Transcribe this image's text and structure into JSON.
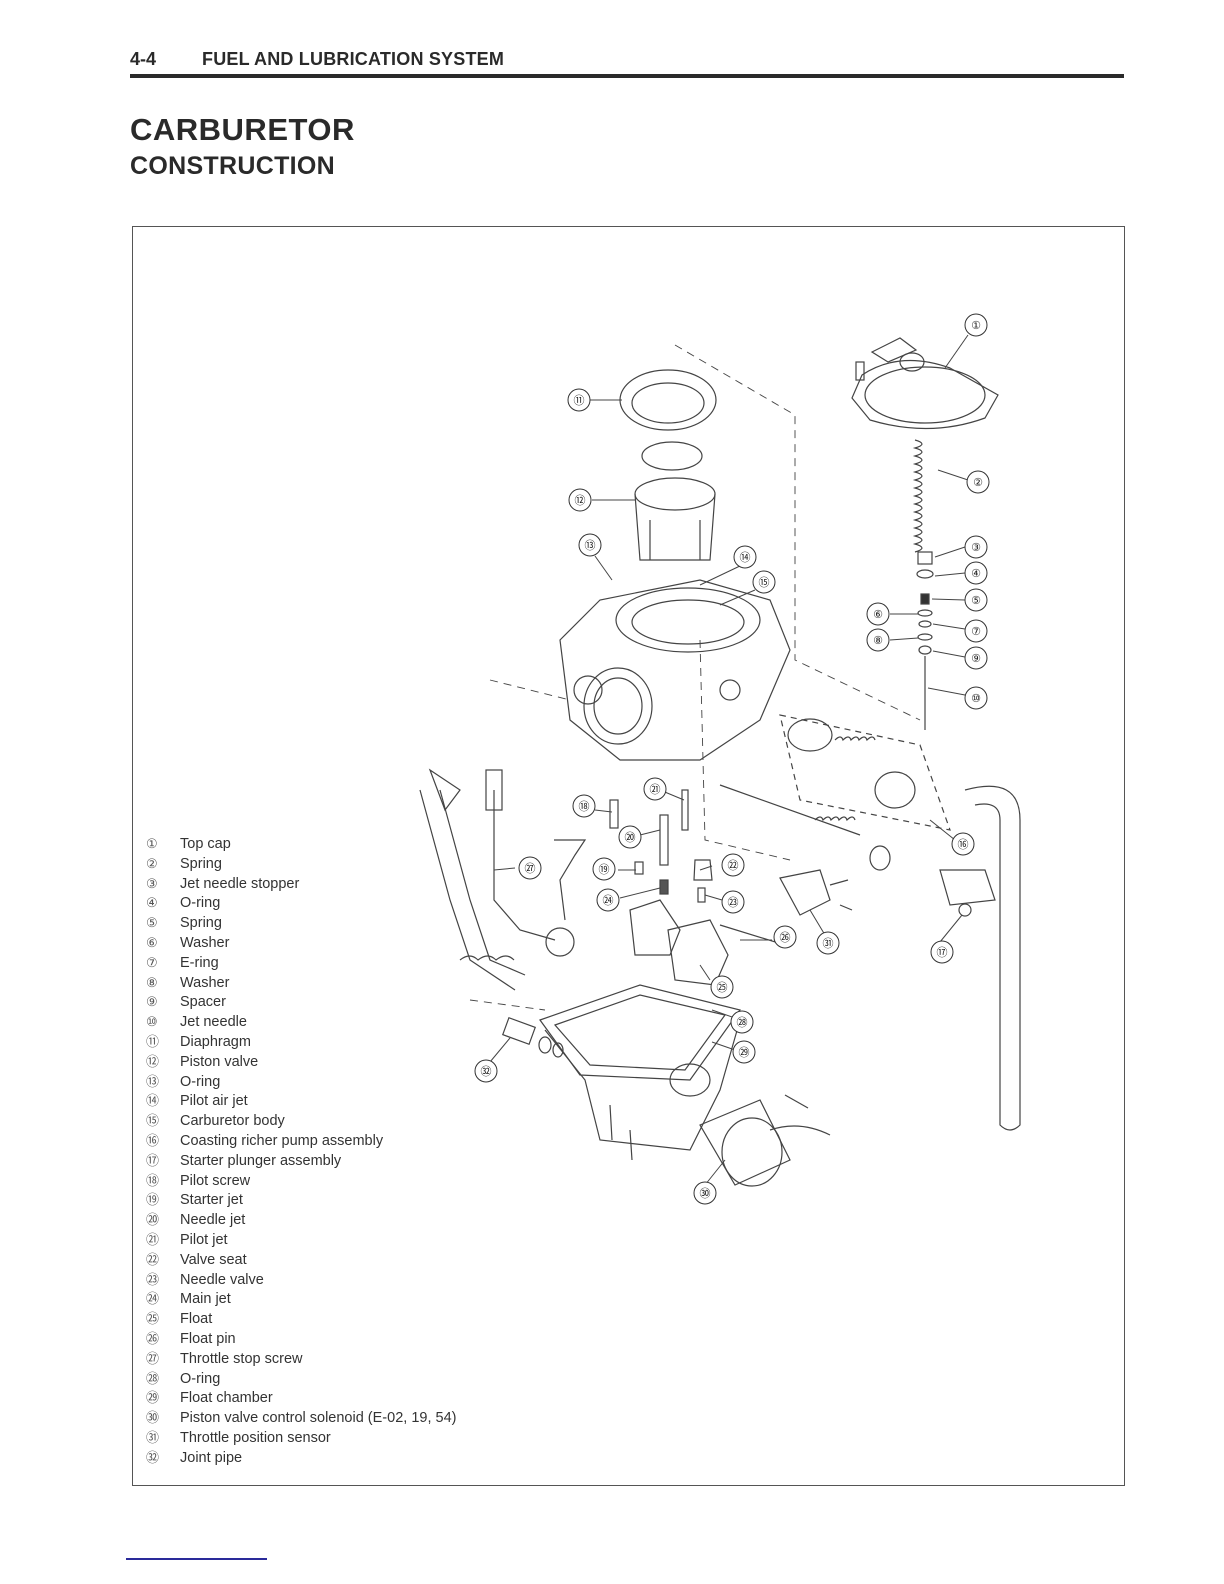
{
  "header": {
    "page_number": "4-4",
    "section": "FUEL AND LUBRICATION SYSTEM"
  },
  "title": "CARBURETOR",
  "subtitle": "CONSTRUCTION",
  "callouts": [
    "①",
    "②",
    "③",
    "④",
    "⑤",
    "⑥",
    "⑦",
    "⑧",
    "⑨",
    "⑩",
    "⑪",
    "⑫",
    "⑬",
    "⑭",
    "⑮",
    "⑯",
    "⑰",
    "⑱",
    "⑲",
    "⑳",
    "㉑",
    "㉒",
    "㉓",
    "㉔",
    "㉕",
    "㉖",
    "㉗",
    "㉘",
    "㉙",
    "㉚",
    "㉛",
    "㉜"
  ],
  "parts": [
    {
      "num": "①",
      "name": "Top cap"
    },
    {
      "num": "②",
      "name": "Spring"
    },
    {
      "num": "③",
      "name": "Jet needle stopper"
    },
    {
      "num": "④",
      "name": "O-ring"
    },
    {
      "num": "⑤",
      "name": "Spring"
    },
    {
      "num": "⑥",
      "name": "Washer"
    },
    {
      "num": "⑦",
      "name": "E-ring"
    },
    {
      "num": "⑧",
      "name": "Washer"
    },
    {
      "num": "⑨",
      "name": "Spacer"
    },
    {
      "num": "⑩",
      "name": "Jet needle"
    },
    {
      "num": "⑪",
      "name": "Diaphragm"
    },
    {
      "num": "⑫",
      "name": "Piston valve"
    },
    {
      "num": "⑬",
      "name": "O-ring"
    },
    {
      "num": "⑭",
      "name": "Pilot air jet"
    },
    {
      "num": "⑮",
      "name": "Carburetor body"
    },
    {
      "num": "⑯",
      "name": "Coasting richer pump assembly"
    },
    {
      "num": "⑰",
      "name": "Starter plunger assembly"
    },
    {
      "num": "⑱",
      "name": "Pilot screw"
    },
    {
      "num": "⑲",
      "name": "Starter jet"
    },
    {
      "num": "⑳",
      "name": "Needle jet"
    },
    {
      "num": "㉑",
      "name": "Pilot jet"
    },
    {
      "num": "㉒",
      "name": "Valve seat"
    },
    {
      "num": "㉓",
      "name": "Needle valve"
    },
    {
      "num": "㉔",
      "name": "Main jet"
    },
    {
      "num": "㉕",
      "name": "Float"
    },
    {
      "num": "㉖",
      "name": "Float pin"
    },
    {
      "num": "㉗",
      "name": "Throttle stop screw"
    },
    {
      "num": "㉘",
      "name": "O-ring"
    },
    {
      "num": "㉙",
      "name": "Float chamber"
    },
    {
      "num": "㉚",
      "name": "Piston valve control solenoid (E-02, 19, 54)"
    },
    {
      "num": "㉛",
      "name": "Throttle position sensor"
    },
    {
      "num": "㉜",
      "name": "Joint pipe"
    }
  ]
}
